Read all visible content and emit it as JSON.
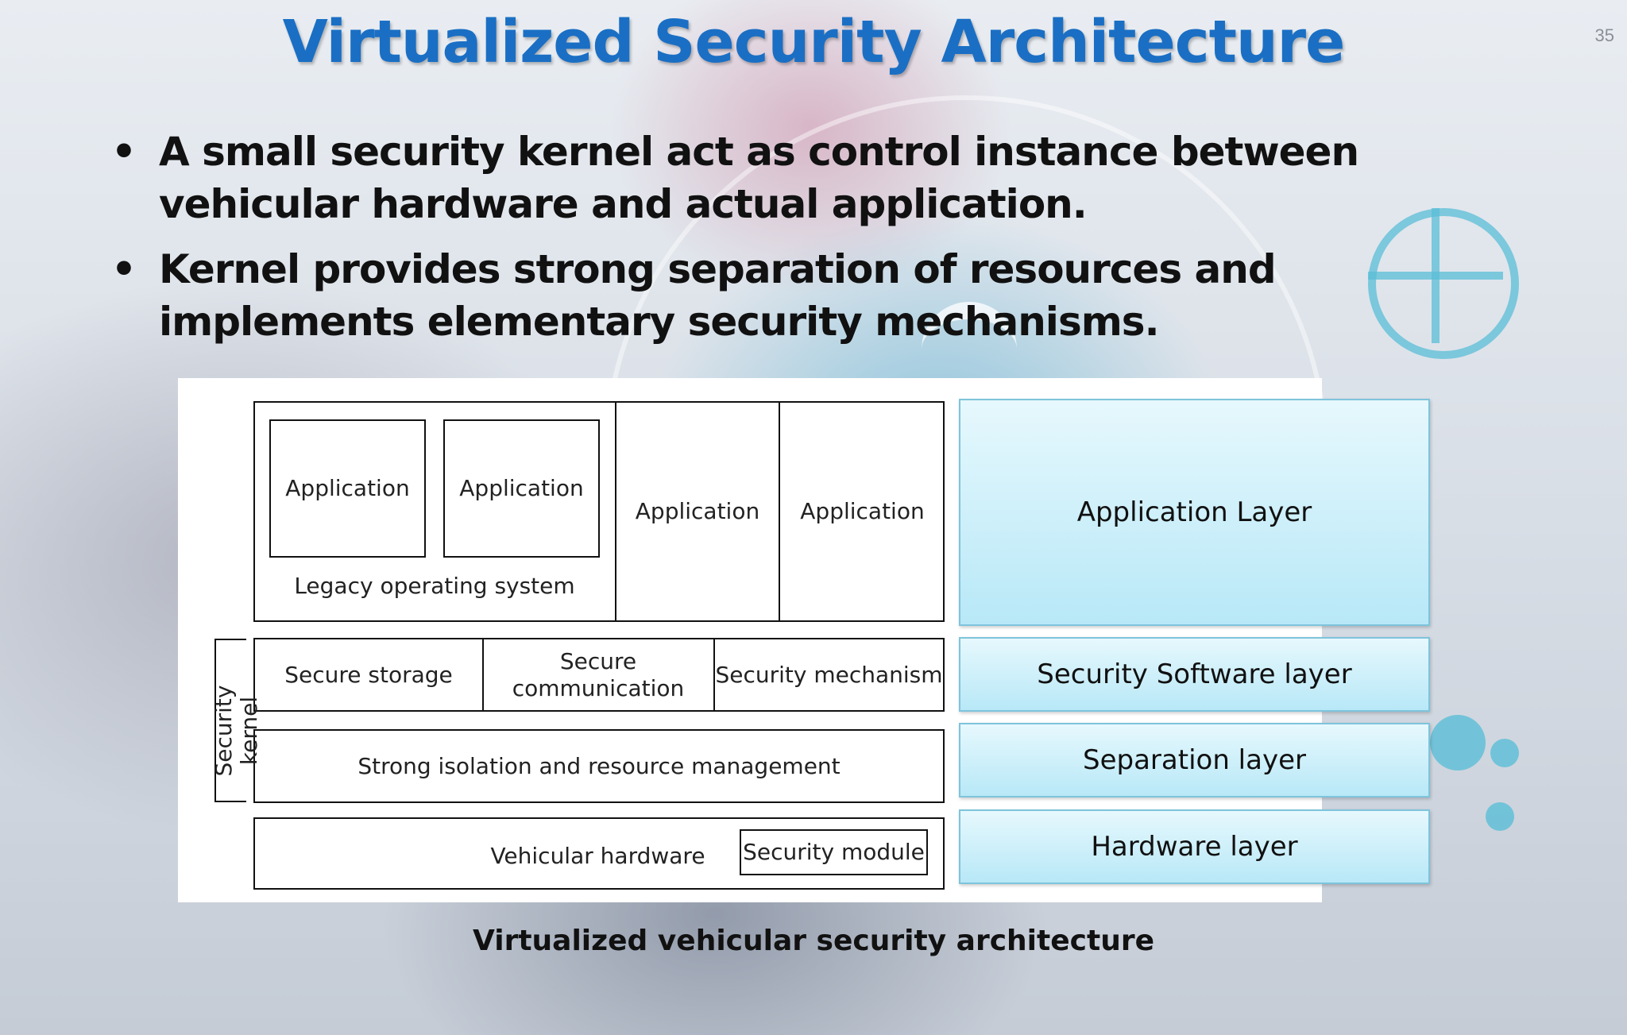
{
  "slide": {
    "title": "Virtualized Security Architecture",
    "page_number": "35",
    "bullets": [
      "A small security kernel act as control instance between vehicular hardware and actual application.",
      "Kernel provides strong separation of resources and implements elementary security mechanisms."
    ],
    "bullet_glyph": "•",
    "caption": "Virtualized vehicular security architecture"
  },
  "diagram": {
    "apps": {
      "app_1": "Application",
      "app_2": "Application",
      "app_3": "Application",
      "app_4": "Application",
      "legacy_os": "Legacy operating system"
    },
    "security_software": {
      "secure_storage": "Secure storage",
      "secure_communication": "Secure communication",
      "security_mechanism": "Security mechanism"
    },
    "separation": "Strong isolation and resource management",
    "hardware": {
      "vehicular_hardware": "Vehicular hardware",
      "security_module": "Security module"
    },
    "security_kernel_label": "Security kernel",
    "layers": {
      "application": "Application Layer",
      "security_software": "Security Software layer",
      "separation": "Separation layer",
      "hardware": "Hardware layer"
    }
  },
  "colors": {
    "title": "#1a6fc4",
    "layer_fill": "#b8e8f7",
    "layer_border": "#7ec4dc"
  }
}
